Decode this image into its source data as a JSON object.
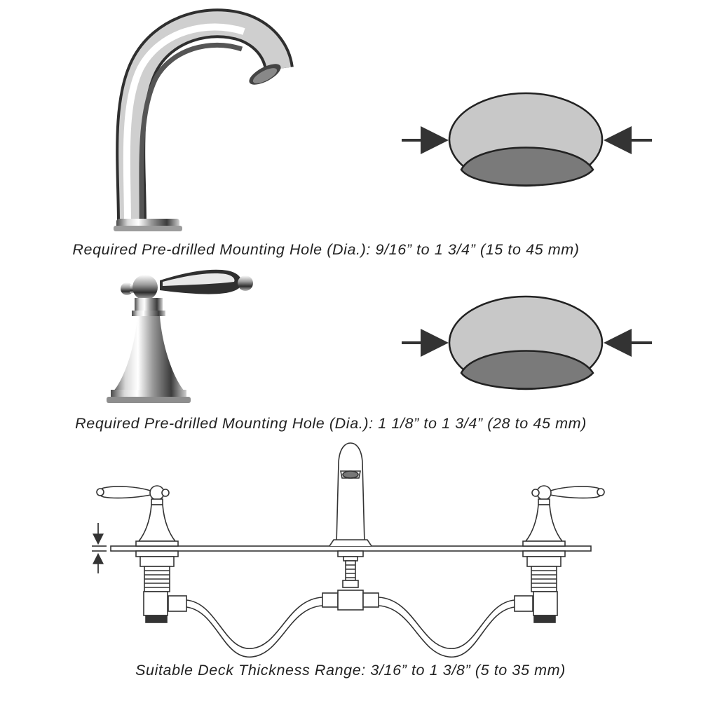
{
  "captions": {
    "spout_hole": "Required Pre-drilled Mounting Hole (Dia.): 9/16” to 1 3/4” (15 to 45 mm)",
    "handle_hole": "Required Pre-drilled Mounting Hole (Dia.): 1 1/8” to 1 3/4” (28 to 45 mm)",
    "deck_thickness": "Suitable Deck Thickness Range: 3/16” to 1 3/8” (5 to 35 mm)"
  },
  "colors": {
    "hole_top": "#c8c8c8",
    "hole_bottom": "#7a7a7a",
    "arrow": "#333333",
    "chrome_dark": "#3a3a3a",
    "chrome_light": "#f2f2f2"
  },
  "icons": {
    "spout": "faucet-spout-icon",
    "handle": "faucet-handle-icon",
    "hole": "mounting-hole-icon",
    "arrow": "arrow-icon"
  }
}
